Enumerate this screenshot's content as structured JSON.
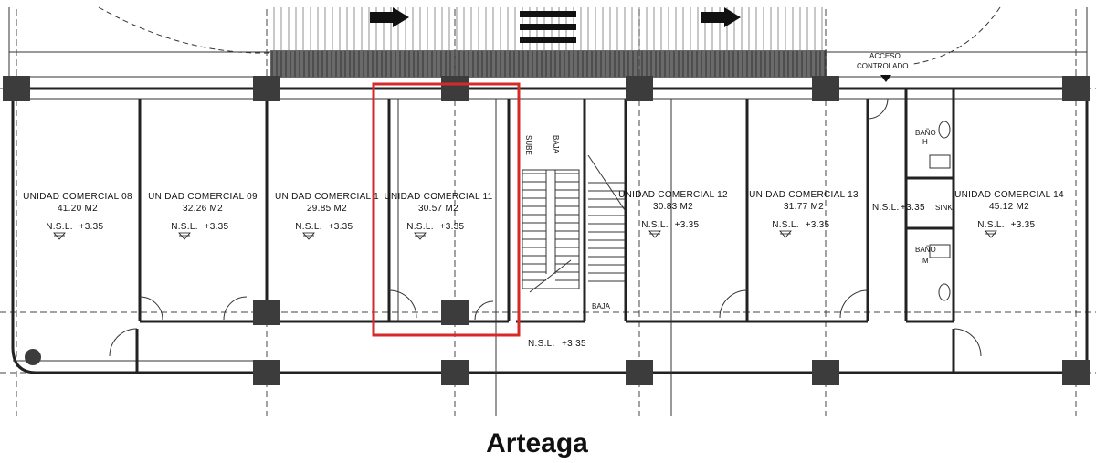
{
  "street_name": "Arteaga",
  "units": [
    {
      "id": "unit-08",
      "name": "UNIDAD COMERCIAL 08",
      "area": "41.20 M2",
      "level_label": "N.S.L.",
      "level_value": "+3.35"
    },
    {
      "id": "unit-09",
      "name": "UNIDAD COMERCIAL 09",
      "area": "32.26 M2",
      "level_label": "N.S.L.",
      "level_value": "+3.35"
    },
    {
      "id": "unit-10",
      "name": "UNIDAD COMERCIAL 1",
      "area": "29.85 M2",
      "level_label": "N.S.L.",
      "level_value": "+3.35"
    },
    {
      "id": "unit-11",
      "name": "UNIDAD COMERCIAL 11",
      "area": "30.57 M2",
      "level_label": "N.S.L.",
      "level_value": "+3.35"
    },
    {
      "id": "unit-12",
      "name": "UNIDAD COMERCIAL 12",
      "area": "30.83 M2",
      "level_label": "N.S.L.",
      "level_value": "+3.35"
    },
    {
      "id": "unit-13",
      "name": "UNIDAD COMERCIAL 13",
      "area": "31.77 M2",
      "level_label": "N.S.L.",
      "level_value": "+3.35"
    },
    {
      "id": "unit-14",
      "name": "UNIDAD COMERCIAL 14",
      "area": "45.12 M2",
      "level_label": "N.S.L.",
      "level_value": "+3.35"
    }
  ],
  "corridor_level": {
    "label": "N.S.L.",
    "value": "+3.35"
  },
  "service_level": {
    "label": "N.S.L.",
    "value": "+3.35"
  },
  "access": {
    "line1": "ACCESO",
    "line2": "CONTROLADO"
  },
  "stairs": {
    "up": "SUBE",
    "down": "BAJA",
    "down_bottom": "BAJA"
  },
  "restrooms": {
    "men_1": "BAÑO",
    "men_2": "H",
    "women_1": "BAÑO",
    "women_2": "M",
    "sink": "SINK"
  },
  "highlight_color": "#d62a2a",
  "highlighted_unit": "UNIDAD COMERCIAL 11"
}
